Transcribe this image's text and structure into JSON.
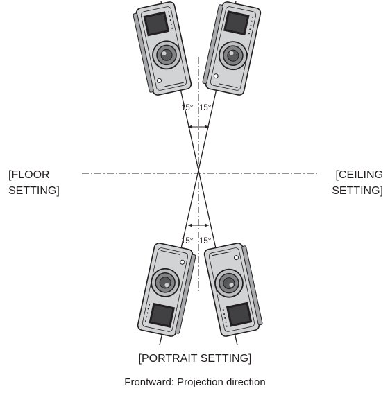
{
  "labels": {
    "floor": [
      "[FLOOR",
      "SETTING]"
    ],
    "ceiling": [
      "[CEILING",
      "SETTING]"
    ],
    "portrait": "[PORTRAIT SETTING]",
    "caption": "Frontward: Projection direction"
  },
  "angles": {
    "top_left": "15°",
    "top_right": "15°",
    "bottom_left": "15°",
    "bottom_right": "15°"
  },
  "colors": {
    "line": "#231f20",
    "body_fill": "#d1d3d4",
    "body_shade": "#a7a9ac",
    "dark": "#231f20"
  }
}
